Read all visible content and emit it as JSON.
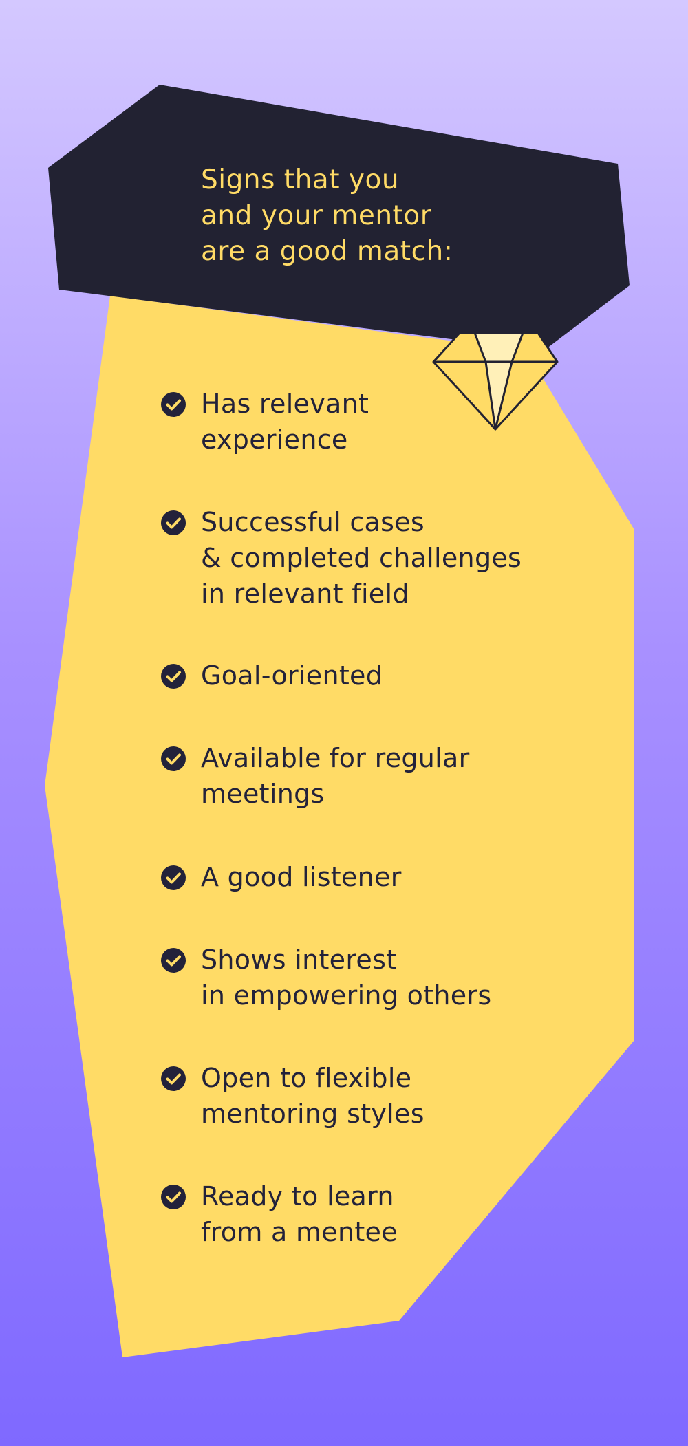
{
  "heading": {
    "lines": [
      "Signs that you",
      "and your mentor",
      "are a good match:"
    ]
  },
  "items": [
    {
      "lines": [
        "Has relevant",
        "experience"
      ]
    },
    {
      "lines": [
        "Successful cases",
        "& completed challenges",
        "in relevant field"
      ]
    },
    {
      "lines": [
        "Goal-oriented"
      ]
    },
    {
      "lines": [
        "Available for regular",
        "meetings"
      ]
    },
    {
      "lines": [
        "A good listener"
      ]
    },
    {
      "lines": [
        "Shows interest",
        "in empowering others"
      ]
    },
    {
      "lines": [
        "Open to flexible",
        "mentoring styles"
      ]
    },
    {
      "lines": [
        "Ready to learn",
        "from a mentee"
      ]
    }
  ],
  "colors": {
    "background_top": "#d4c8ff",
    "background_bottom": "#7f69ff",
    "dark_banner": "#222232",
    "yellow_panel": "#ffdb66",
    "heading_text": "#ffdb66",
    "body_text": "#23223a",
    "diamond_fill": "#ffdb66",
    "diamond_facets": "#fff0b8"
  },
  "icons": {
    "decoration": "diamond-icon",
    "bullet": "check-circle-icon"
  }
}
